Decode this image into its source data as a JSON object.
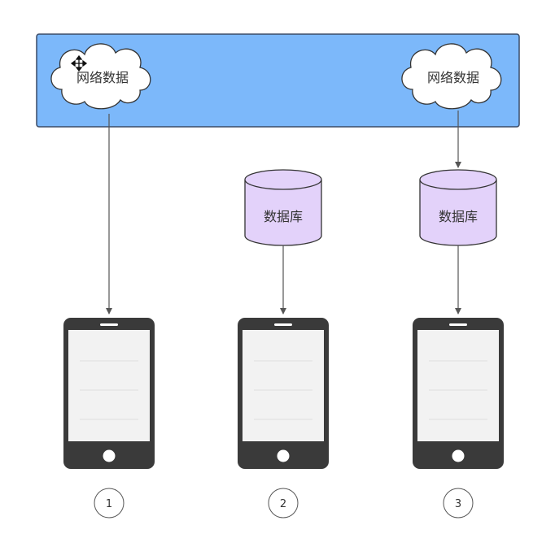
{
  "clouds": [
    {
      "label": "网络数据"
    },
    {
      "label": "网络数据"
    }
  ],
  "databases": [
    {
      "label": "数据库"
    },
    {
      "label": "数据库"
    }
  ],
  "phones": [
    {
      "number": "1"
    },
    {
      "number": "2"
    },
    {
      "number": "3"
    }
  ],
  "colors": {
    "network_band": "#7cb8fa",
    "network_border": "#3a4a66",
    "database_fill": "#e3d2fa",
    "phone_body": "#3a3a3a",
    "phone_screen": "#f2f2f2",
    "arrow": "#555555"
  }
}
